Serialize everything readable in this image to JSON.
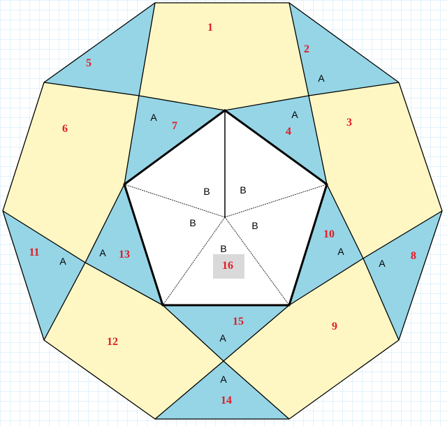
{
  "colors": {
    "background": "#ffffff",
    "grid": "#c9e6f4",
    "yellow": "#fef7c3",
    "blue": "#95d5e6",
    "white": "#ffffff",
    "highlight": "#d9d9d9",
    "outline": "#000000",
    "number_text": "#e01b24",
    "letter_text": "#000000"
  },
  "diagram": {
    "piece_numbers": [
      "1",
      "2",
      "3",
      "4",
      "5",
      "6",
      "7",
      "8",
      "9",
      "10",
      "11",
      "12",
      "13",
      "14",
      "15",
      "16"
    ],
    "letters": {
      "a": "A",
      "b": "B"
    }
  }
}
